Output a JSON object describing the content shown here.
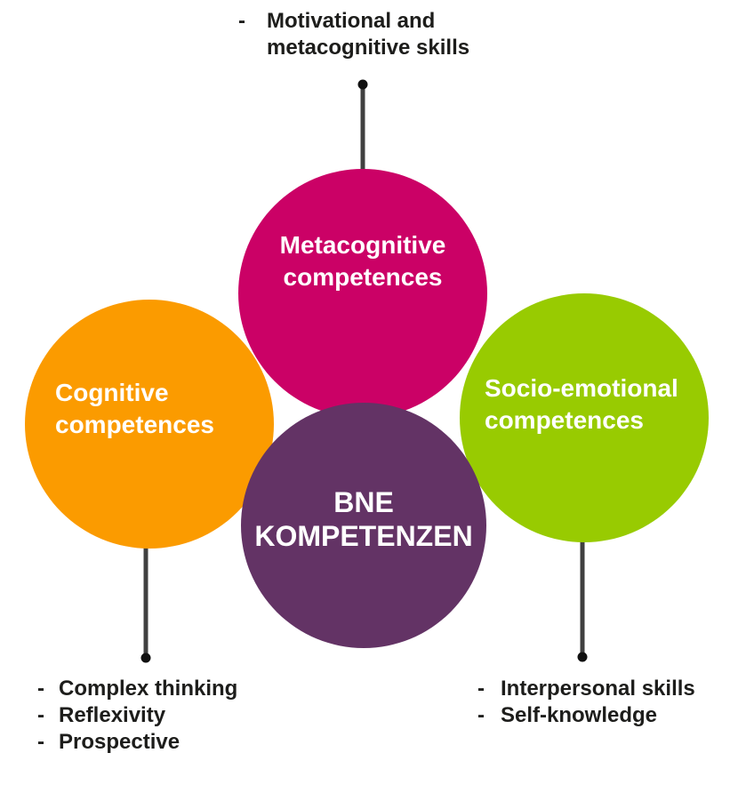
{
  "colors": {
    "magenta": "#CB0166",
    "orange": "#FB9B00",
    "green": "#98CB01",
    "purple": "#633365",
    "line": "#404040",
    "dot": "#111111",
    "text": "#1D1D1B",
    "circle_text": "#FFFFFF"
  },
  "circles": {
    "metacognitive": {
      "line1": "Metacognitive",
      "line2": "competences"
    },
    "cognitive": {
      "line1": "Cognitive",
      "line2": "competences"
    },
    "socio_emotional": {
      "line1": "Socio-emotional",
      "line2": "competences"
    },
    "center": {
      "line1": "BNE",
      "line2": "KOMPETENZEN"
    }
  },
  "annotations": {
    "top": {
      "bullet": "-",
      "items": [
        "Motivational and metacognitive skills"
      ]
    },
    "bottom_left": {
      "bullet": "-",
      "items": [
        "Complex thinking",
        "Reflexivity",
        "Prospective"
      ]
    },
    "bottom_right": {
      "bullet": "-",
      "items": [
        "Interpersonal skills",
        "Self-knowledge"
      ]
    }
  }
}
